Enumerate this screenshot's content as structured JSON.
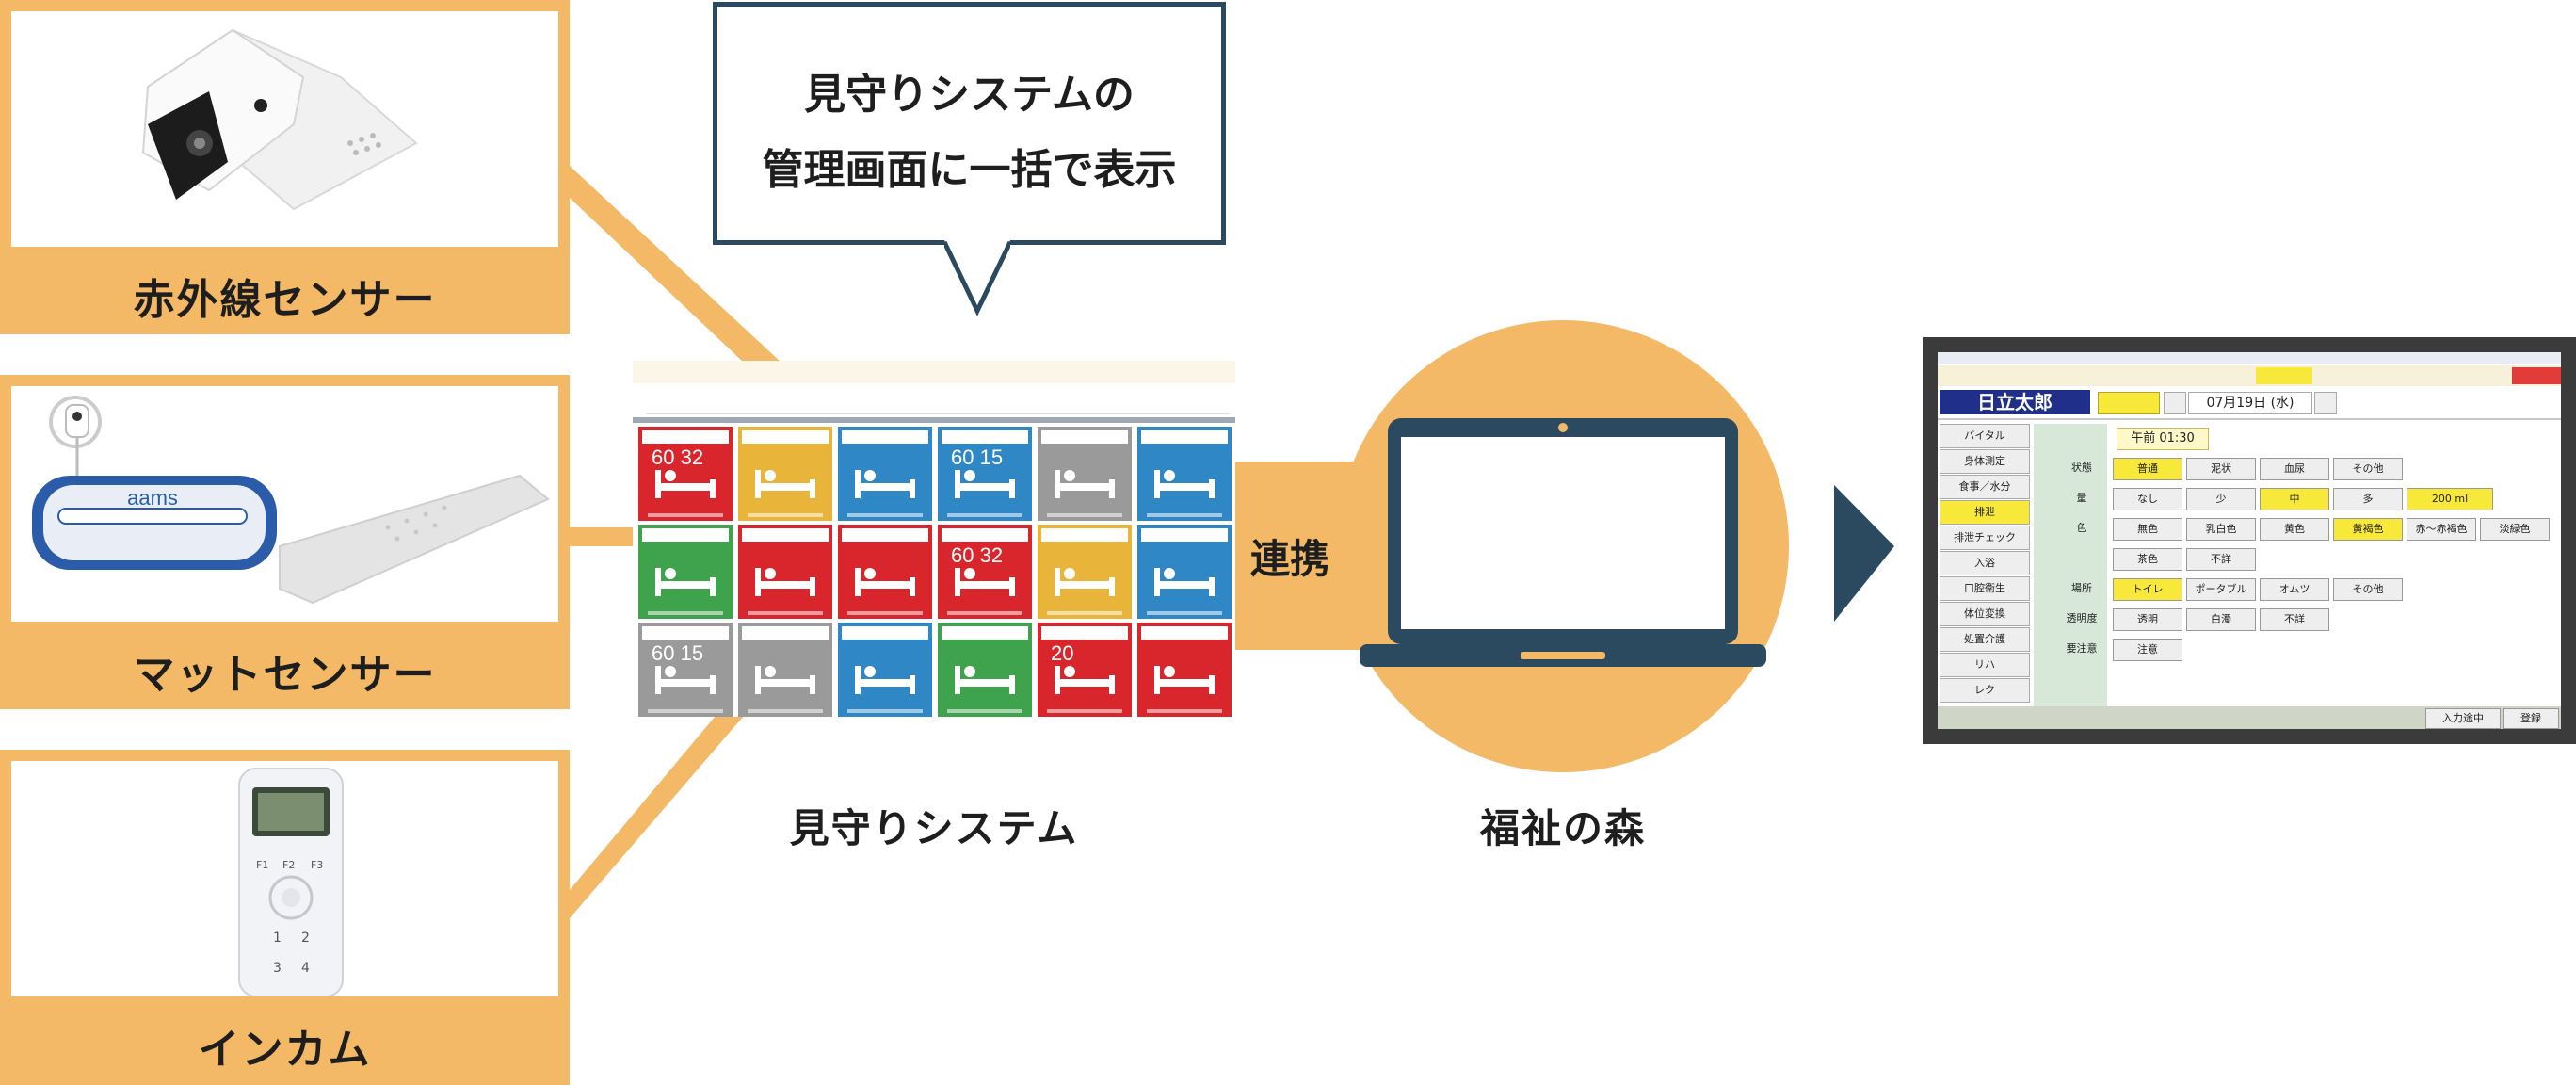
{
  "devices": [
    {
      "label": "赤外線センサー",
      "icon": "infrared-sensor-icon"
    },
    {
      "label": "マットセンサー",
      "icon": "mat-sensor-icon",
      "brand": "aams"
    },
    {
      "label": "インカム",
      "icon": "intercom-icon",
      "keys": [
        "F1",
        "F2",
        "F3",
        "1",
        "2",
        "3",
        "4"
      ]
    }
  ],
  "callout": {
    "line1": "見守りシステムの",
    "line2": "管理画面に一括で表示"
  },
  "monitoring": {
    "caption": "見守りシステム",
    "tiles": [
      {
        "color": "#d8262c",
        "num": "60 32"
      },
      {
        "color": "#e8b43a",
        "num": ""
      },
      {
        "color": "#2f87c5",
        "num": ""
      },
      {
        "color": "#2f87c5",
        "num": "60 15"
      },
      {
        "color": "#9a9a9a",
        "num": ""
      },
      {
        "color": "#2f87c5",
        "num": ""
      },
      {
        "color": "#3fa34d",
        "num": ""
      },
      {
        "color": "#d8262c",
        "num": ""
      },
      {
        "color": "#d8262c",
        "num": ""
      },
      {
        "color": "#d8262c",
        "num": "60 32"
      },
      {
        "color": "#e8b43a",
        "num": ""
      },
      {
        "color": "#2f87c5",
        "num": ""
      },
      {
        "color": "#9a9a9a",
        "num": "60 15"
      },
      {
        "color": "#9a9a9a",
        "num": ""
      },
      {
        "color": "#2f87c5",
        "num": ""
      },
      {
        "color": "#3fa34d",
        "num": ""
      },
      {
        "color": "#d8262c",
        "num": "20"
      },
      {
        "color": "#d8262c",
        "num": ""
      }
    ]
  },
  "link_label": "連携",
  "fukushi": {
    "caption": "福祉の森"
  },
  "screen": {
    "name": "日立太郎",
    "date": "07月19日 (水)",
    "time": "午前 01:30",
    "menu": [
      "バイタル",
      "身体測定",
      "食事／水分",
      "排泄",
      "排泄チェック",
      "入浴",
      "口腔衛生",
      "体位変換",
      "処置介護",
      "リハ",
      "レク"
    ],
    "rows": [
      {
        "label": "状態",
        "cells": [
          "普通",
          "泥状",
          "血尿",
          "その他"
        ]
      },
      {
        "label": "量",
        "cells": [
          "なし",
          "少",
          "中",
          "多",
          "200 ml"
        ]
      },
      {
        "label": "色",
        "cells": [
          "無色",
          "乳白色",
          "黄色",
          "黄褐色",
          "赤～赤褐色",
          "淡緑色"
        ]
      },
      {
        "label": "",
        "cells": [
          "茶色",
          "不詳"
        ]
      },
      {
        "label": "場所",
        "cells": [
          "トイレ",
          "ポータブル",
          "オムツ",
          "その他"
        ]
      },
      {
        "label": "透明度",
        "cells": [
          "透明",
          "白濁",
          "不詳"
        ]
      },
      {
        "label": "要注意",
        "cells": [
          "注意"
        ]
      }
    ],
    "footer": [
      "入力途中",
      "登録"
    ]
  }
}
